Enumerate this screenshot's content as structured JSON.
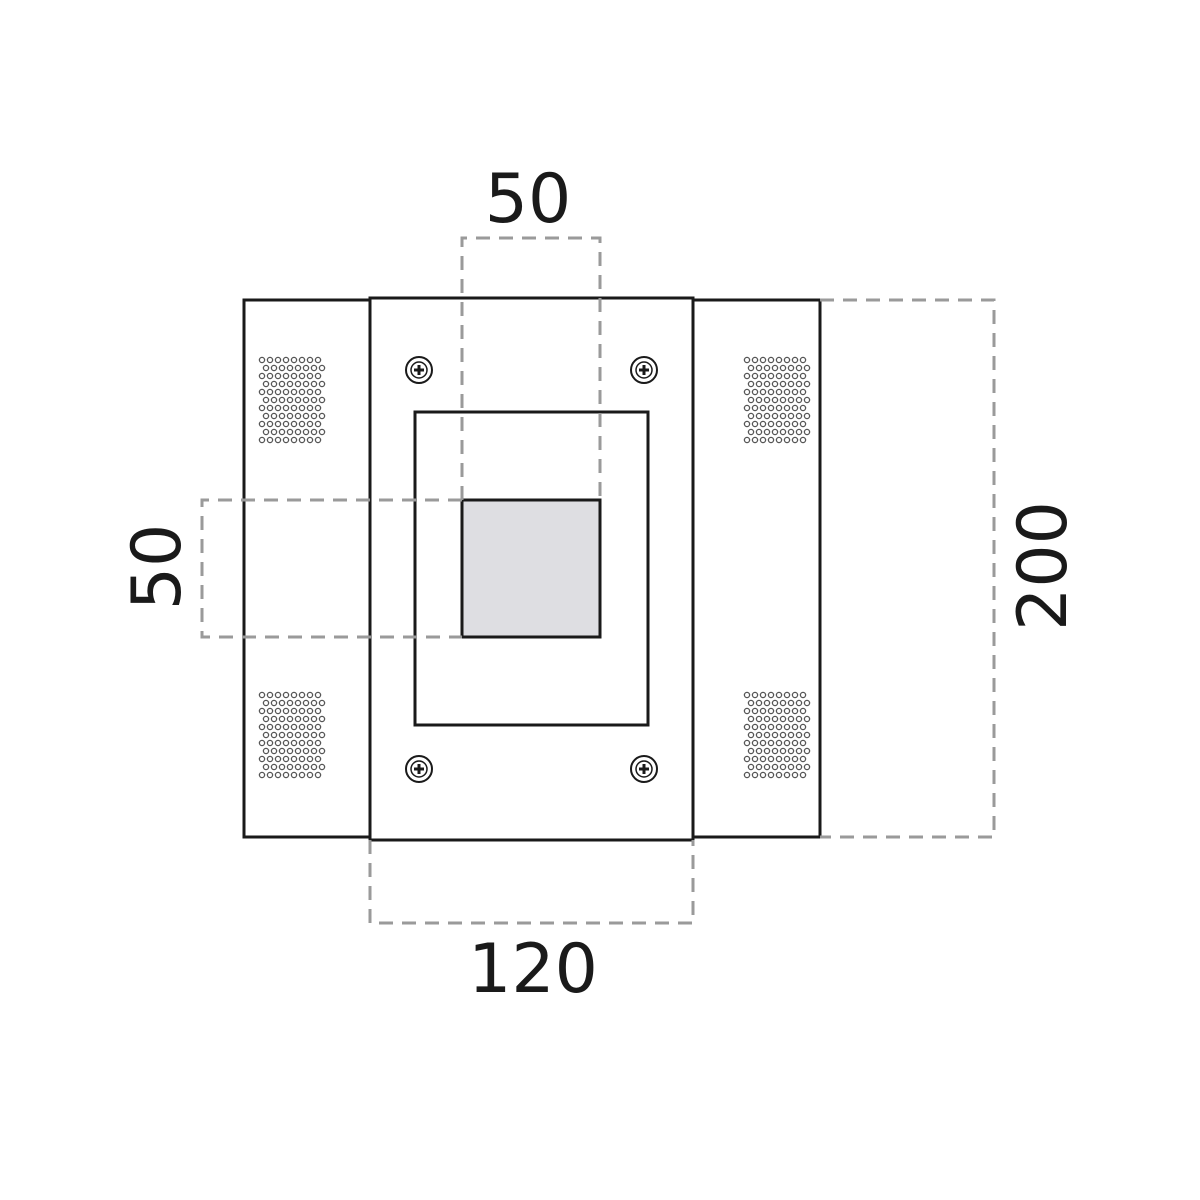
{
  "dimensions": {
    "cutout_width": "50",
    "cutout_height": "50",
    "body_width": "120",
    "overall_height": "200"
  },
  "colors": {
    "line": "#1a1a1a",
    "dimension_line": "#9a9a9a",
    "lens_fill": "#dedee2",
    "background": "#ffffff"
  },
  "icons": {
    "screw": "screw-icon",
    "perforation": "vent-perforation-icon"
  }
}
